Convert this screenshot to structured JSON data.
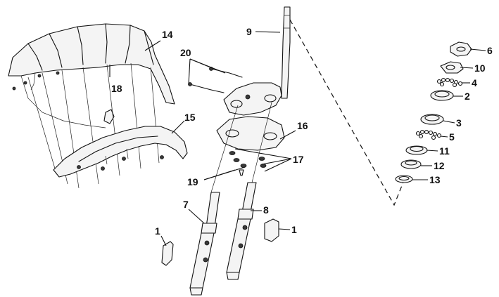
{
  "callouts": [
    {
      "id": "c1a",
      "text": "1"
    },
    {
      "id": "c1b",
      "text": "1"
    },
    {
      "id": "c2",
      "text": "2"
    },
    {
      "id": "c3",
      "text": "3"
    },
    {
      "id": "c4",
      "text": "4"
    },
    {
      "id": "c5",
      "text": "5"
    },
    {
      "id": "c6",
      "text": "6"
    },
    {
      "id": "c7",
      "text": "7"
    },
    {
      "id": "c8",
      "text": "8"
    },
    {
      "id": "c9",
      "text": "9"
    },
    {
      "id": "c10",
      "text": "10"
    },
    {
      "id": "c11",
      "text": "11"
    },
    {
      "id": "c12",
      "text": "12"
    },
    {
      "id": "c13",
      "text": "13"
    },
    {
      "id": "c14",
      "text": "14"
    },
    {
      "id": "c15",
      "text": "15"
    },
    {
      "id": "c16",
      "text": "16"
    },
    {
      "id": "c17",
      "text": "17"
    },
    {
      "id": "c18",
      "text": "18"
    },
    {
      "id": "c19",
      "text": "19"
    },
    {
      "id": "c20",
      "text": "20"
    }
  ]
}
